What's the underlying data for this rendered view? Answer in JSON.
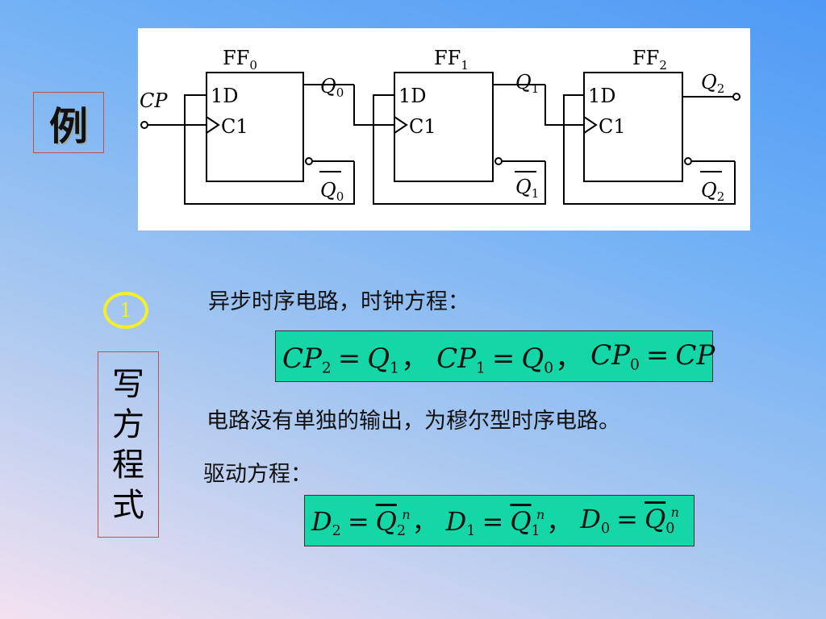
{
  "title": "例",
  "step": {
    "number": "1",
    "label_chars": [
      "写",
      "方",
      "程",
      "式"
    ]
  },
  "circuit": {
    "clock_input": "CP",
    "flipflops": [
      {
        "name": "FF",
        "index": "0",
        "d_label": "1D",
        "c_label": "C1",
        "q": "Q",
        "q_index": "0"
      },
      {
        "name": "FF",
        "index": "1",
        "d_label": "1D",
        "c_label": "C1",
        "q": "Q",
        "q_index": "1"
      },
      {
        "name": "FF",
        "index": "2",
        "d_label": "1D",
        "c_label": "C1",
        "q": "Q",
        "q_index": "2"
      }
    ]
  },
  "text": {
    "line1": "异步时序电路，时钟方程：",
    "line2": "电路没有单独的输出，为穆尔型时序电路。",
    "line3": "驱动方程："
  },
  "equations": {
    "clock": {
      "terms": [
        {
          "lhs": "CP",
          "lhs_sub": "2",
          "rhs": "Q",
          "rhs_sub": "1"
        },
        {
          "lhs": "CP",
          "lhs_sub": "1",
          "rhs": "Q",
          "rhs_sub": "0"
        },
        {
          "lhs": "CP",
          "lhs_sub": "0",
          "rhs": "CP",
          "rhs_sub": ""
        }
      ],
      "op": "=",
      "separator": "，"
    },
    "drive": {
      "terms": [
        {
          "lhs": "D",
          "lhs_sub": "2",
          "rhs": "Q",
          "rhs_sub": "2",
          "rhs_sup": "n"
        },
        {
          "lhs": "D",
          "lhs_sub": "1",
          "rhs": "Q",
          "rhs_sub": "1",
          "rhs_sup": "n"
        },
        {
          "lhs": "D",
          "lhs_sub": "0",
          "rhs": "Q",
          "rhs_sub": "0",
          "rhs_sup": "n"
        }
      ],
      "op": "=",
      "separator": "，"
    }
  },
  "colors": {
    "equation_bg": "#14d6a6",
    "circle": "#f4ef2a",
    "box_border": "#c0504d"
  }
}
